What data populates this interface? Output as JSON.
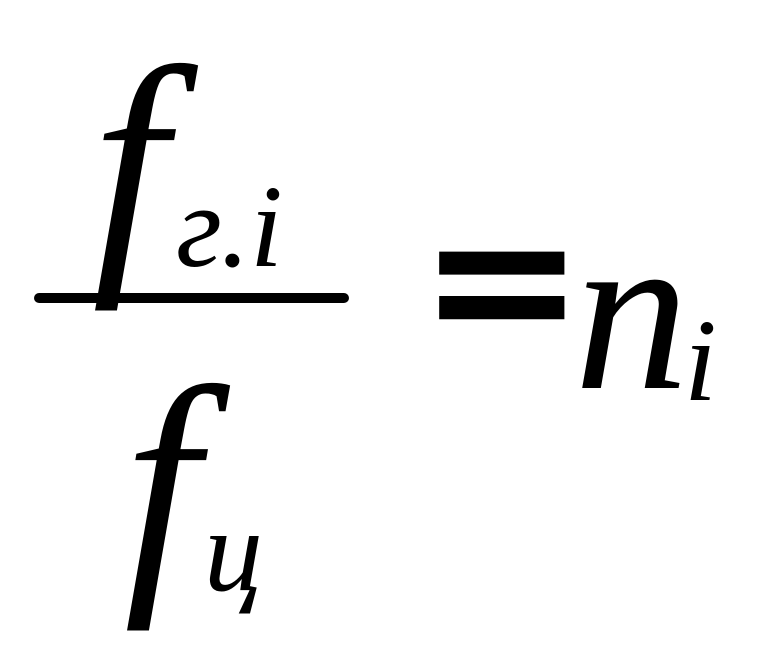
{
  "formula": {
    "numerator": {
      "base": "f",
      "subscript": "г.i"
    },
    "denominator": {
      "base": "f",
      "subscript": "ц"
    },
    "operator": "=",
    "result": {
      "base": "n",
      "subscript": "i"
    }
  }
}
